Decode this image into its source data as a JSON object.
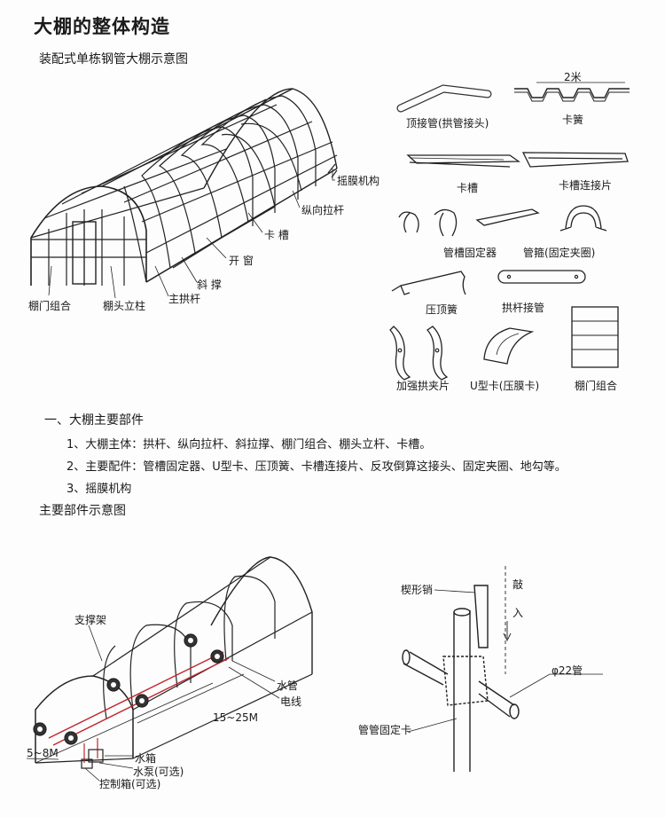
{
  "header": {
    "title": "大棚的整体构造",
    "subtitle": "装配式单栋钢管大棚示意图"
  },
  "greenhouse_labels": {
    "film_rolling": "摇膜机构",
    "longitudinal_rod": "纵向拉杆",
    "groove": "卡 槽",
    "window": "开 窗",
    "brace": "斜 撑",
    "main_arch": "主拱杆",
    "door": "棚门组合",
    "end_post": "棚头立柱"
  },
  "parts": {
    "top_pipe": "顶接管(拱管接头)",
    "spring_dim": "2米",
    "spring": "卡簧",
    "groove": "卡槽",
    "groove_connector": "卡槽连接片",
    "groove_fixer": "管槽固定器",
    "hoop": "管箍(固定夹圈)",
    "press_spring": "压顶簧",
    "rod_joint": "拱杆接管",
    "reinforce_clip": "加强拱夹片",
    "u_clip": "U型卡(压膜卡)",
    "door_set": "棚门组合"
  },
  "section": {
    "heading": "一、大棚主要部件",
    "item1": "1、大棚主体：拱杆、纵向拉杆、斜拉撑、棚门组合、棚头立杆、卡槽。",
    "item2": "2、主要配件：管槽固定器、U型卡、压顶簧、卡槽连接片、反攻倒算这接头、固定夹圈、地勾等。",
    "item3": "3、摇膜机构",
    "parts_heading": "主要部件示意图"
  },
  "irrigation": {
    "support": "支撑架",
    "water_pipe": "水管",
    "wire": "电线",
    "length": "15~25M",
    "width": "5~8M",
    "tank": "水箱",
    "pump": "水泵(可选)",
    "control": "控制箱(可选)"
  },
  "joint": {
    "wedge_pin": "楔形销",
    "knock": "敲",
    "in": "入",
    "pipe_dia": "φ22管",
    "fixer": "管管固定卡"
  }
}
